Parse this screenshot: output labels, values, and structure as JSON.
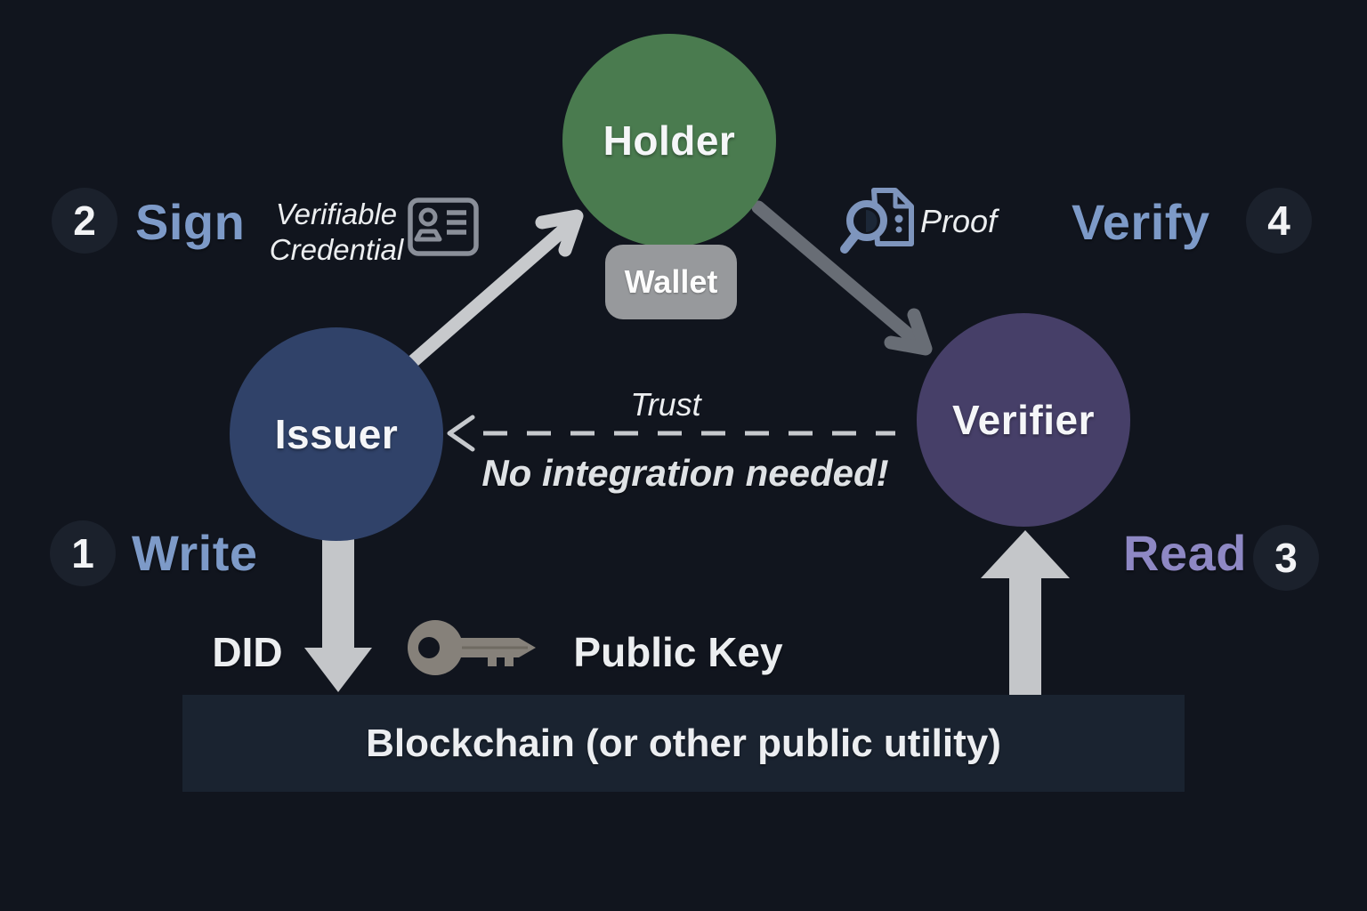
{
  "title": "Verifiable credentials trust triangle diagram",
  "colors": {
    "background": "#11151e",
    "holder_green": "#4a7b4f",
    "issuer_blue": "#304269",
    "verifier_purple": "#463f68",
    "wallet_gray": "#97999c",
    "blockchain_bar": "#1a2330",
    "light_arrow": "#c7c9cc",
    "dark_arrow": "#686d75",
    "accent_blue_text": "#7d9ac8",
    "accent_purple_text": "#8e88c4",
    "badge_background": "#1b212c",
    "icon_gray": "#8a8f99",
    "icon_blue": "#7e95bd",
    "key_tan": "#86817a"
  },
  "nodes": {
    "holder": {
      "label": "Holder"
    },
    "issuer": {
      "label": "Issuer"
    },
    "verifier": {
      "label": "Verifier"
    },
    "wallet": {
      "label": "Wallet"
    },
    "blockchain": {
      "label": "Blockchain (or other public utility)"
    }
  },
  "steps": [
    {
      "number": "1",
      "label": "Write"
    },
    {
      "number": "2",
      "label": "Sign"
    },
    {
      "number": "3",
      "label": "Read"
    },
    {
      "number": "4",
      "label": "Verify"
    }
  ],
  "labels": {
    "verifiable_credential_line1": "Verifiable",
    "verifiable_credential_line2": "Credential",
    "proof": "Proof",
    "trust": "Trust",
    "no_integration": "No integration needed!",
    "did": "DID",
    "public_key": "Public Key"
  },
  "icons": [
    "id-card-icon",
    "document-magnifier-icon",
    "key-icon",
    "arrow-issuer-to-holder",
    "arrow-holder-to-verifier",
    "trust-dashed-arrow",
    "did-down-arrow",
    "read-up-arrow"
  ]
}
